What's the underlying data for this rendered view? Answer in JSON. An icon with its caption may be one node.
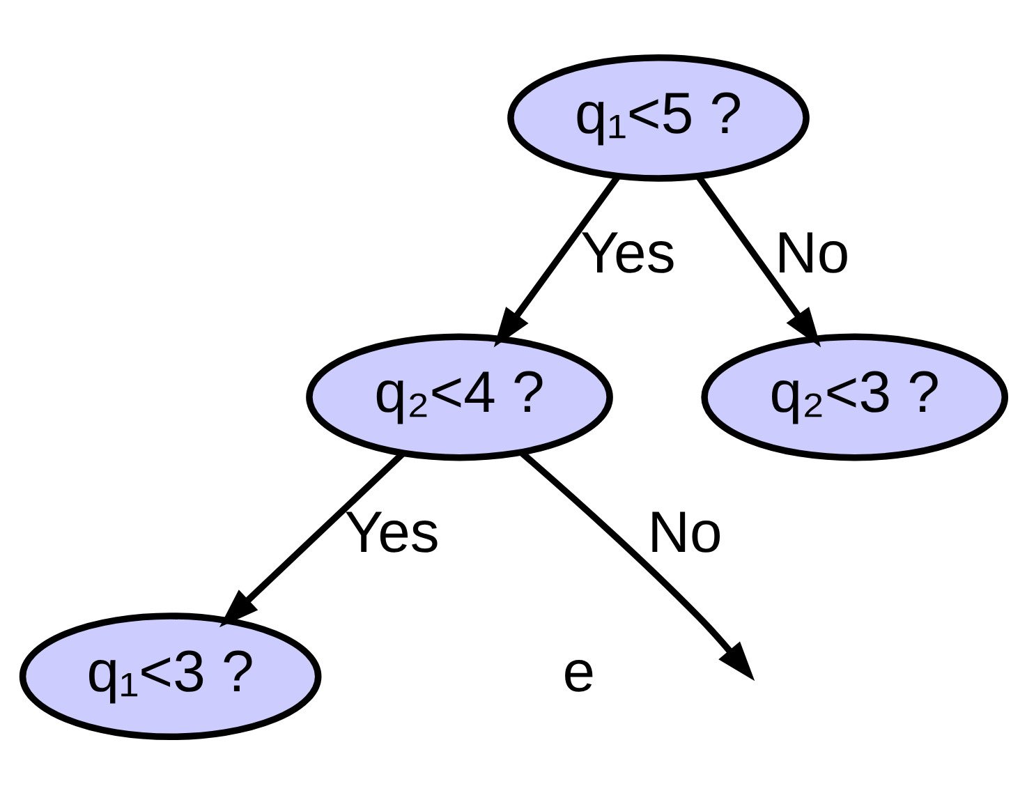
{
  "diagram": {
    "nodes": [
      {
        "text": [
          "q₁<5 ?"
        ]
      },
      {
        "text": [
          "q₂<4 ?"
        ]
      },
      {
        "text": [
          "q₂<3 ?"
        ]
      },
      {
        "text": [
          "q₁<3 ?"
        ]
      }
    ],
    "edges": [
      {
        "from": 0,
        "to": 1,
        "arrow": "to",
        "label": "Yes"
      },
      {
        "from": 0,
        "to": 2,
        "arrow": "to",
        "label": "No"
      },
      {
        "from": 1,
        "to": 3,
        "arrow": "to",
        "label": "Yes"
      },
      {
        "from": 1,
        "to": null,
        "arrow": "to",
        "label": "No"
      }
    ],
    "labels": [
      "e"
    ]
  }
}
